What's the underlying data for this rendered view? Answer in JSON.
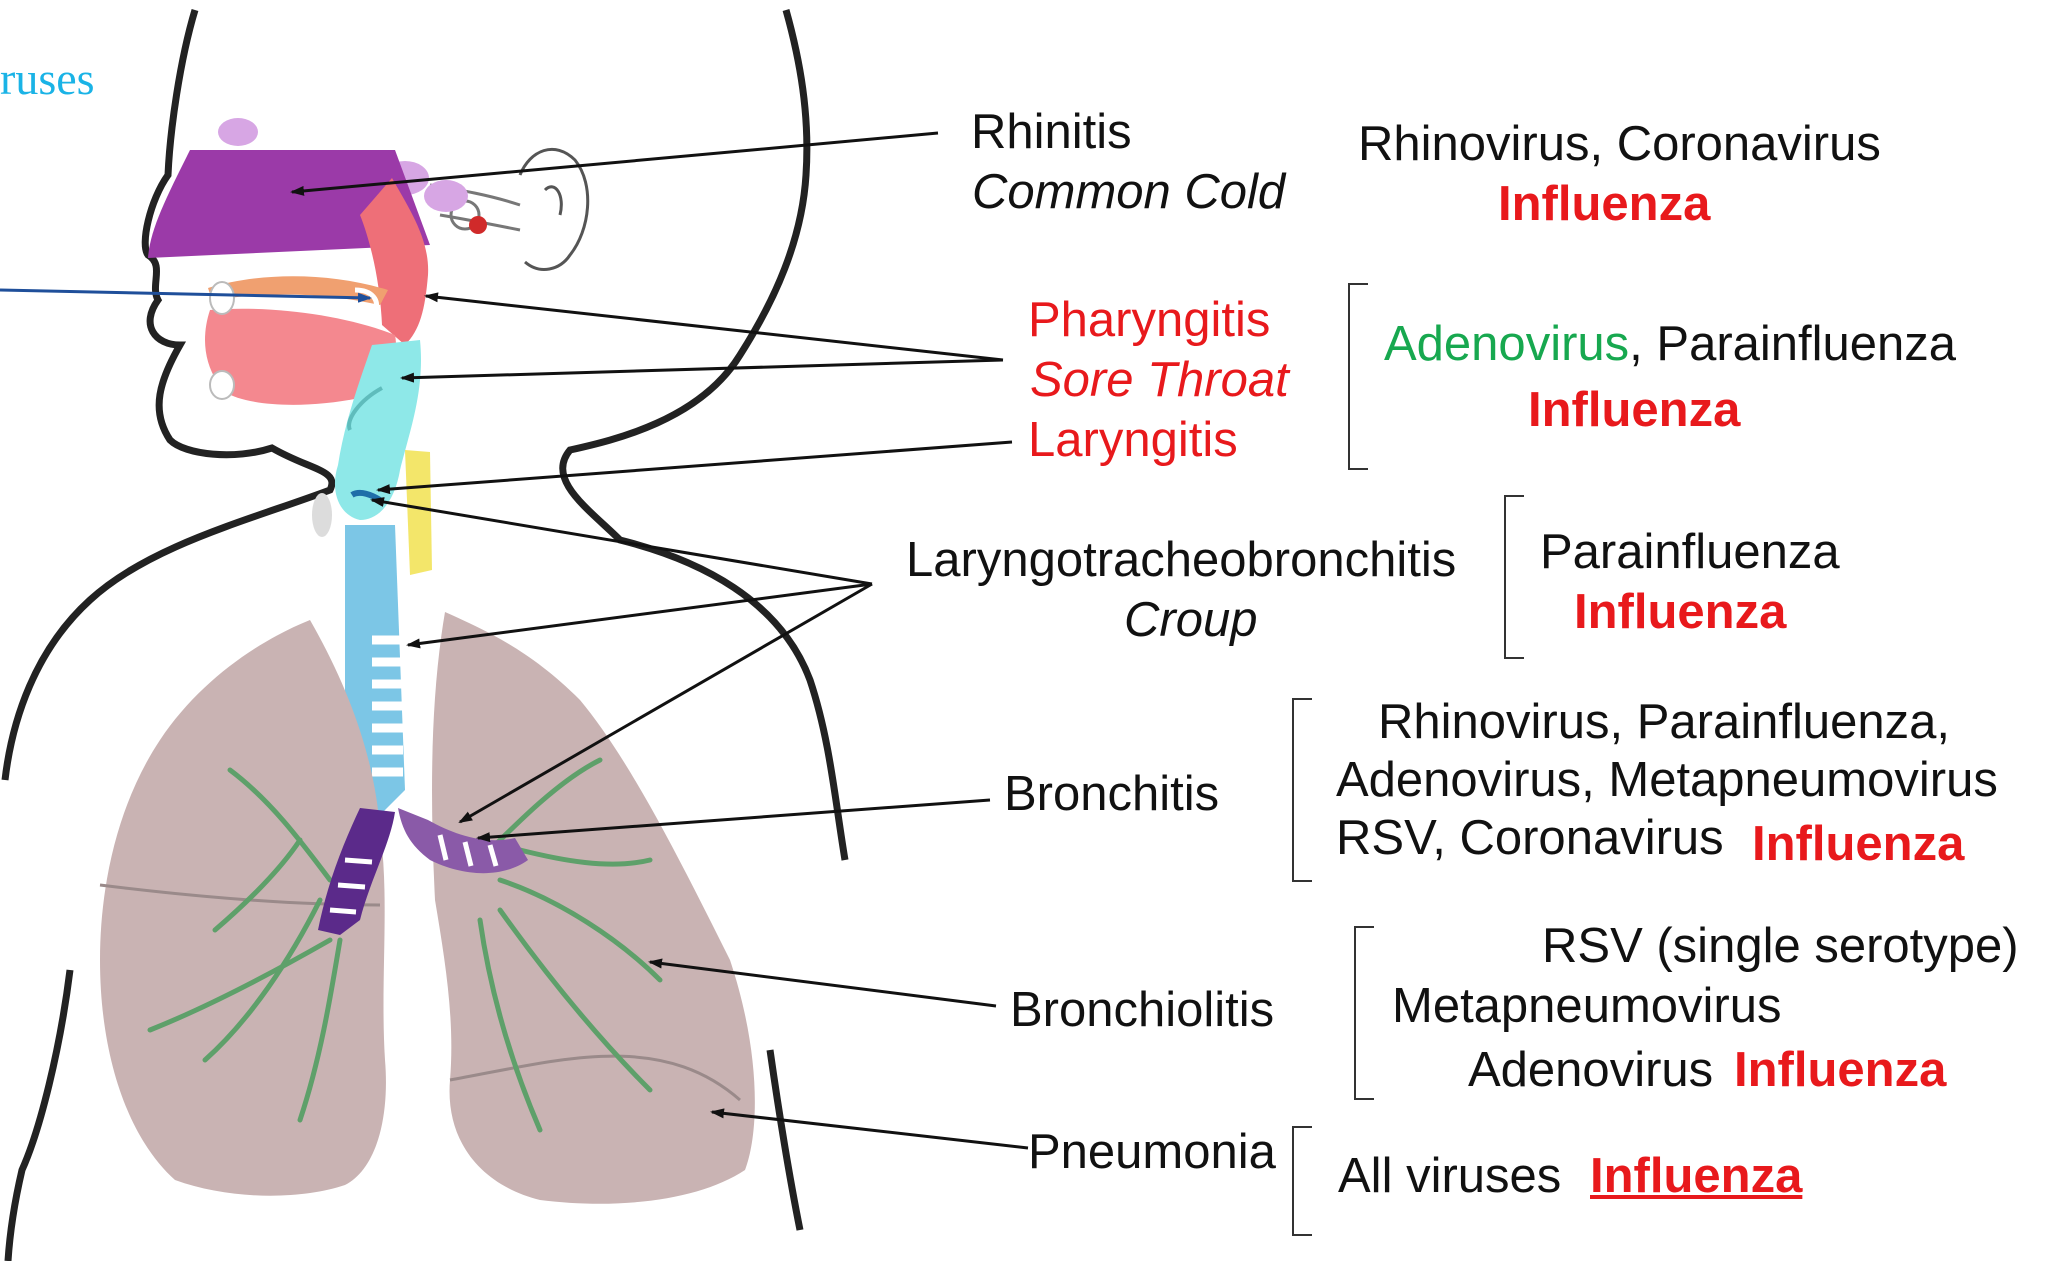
{
  "corner_text": "ruses",
  "conditions": {
    "rhinitis": {
      "name": "Rhinitis",
      "common": "Common Cold"
    },
    "pharyngitis": {
      "name": "Pharyngitis",
      "common": "Sore Throat"
    },
    "laryngitis": {
      "name": "Laryngitis"
    },
    "ltb": {
      "name": "Laryngotracheobronchitis",
      "common": "Croup"
    },
    "bronchitis": {
      "name": "Bronchitis"
    },
    "bronchiolitis": {
      "name": "Bronchiolitis"
    },
    "pneumonia": {
      "name": "Pneumonia"
    }
  },
  "viruses": {
    "rhinitis": {
      "line1": "Rhinovirus, Coronavirus"
    },
    "pharyngitis": {
      "green": "Adenovirus",
      "rest": ", Parainfluenza"
    },
    "ltb": {
      "line1": "Parainfluenza"
    },
    "bronchitis": {
      "line1": "Rhinovirus, Parainfluenza,",
      "line2": "Adenovirus, Metapneumovirus",
      "line3": "RSV, Coronavirus"
    },
    "bronchiolitis": {
      "line1": "RSV (single serotype)",
      "line2": "Metapneumovirus",
      "line3": "Adenovirus"
    },
    "pneumonia": {
      "line1": "All viruses"
    }
  },
  "influenza_label": "Influenza",
  "colors": {
    "red_text": "#e8191c",
    "green_text": "#17a84f",
    "corner_text": "#1ab3e6",
    "nasal_cavity": "#9b3aa8",
    "pharynx": "#ee6f78",
    "larynx": "#8ee8e8",
    "trachea": "#7cc6e6",
    "bronchi": "#5b2a8a",
    "lungs": "#c9b3b3",
    "bronchial_tree": "#5ea06a"
  }
}
